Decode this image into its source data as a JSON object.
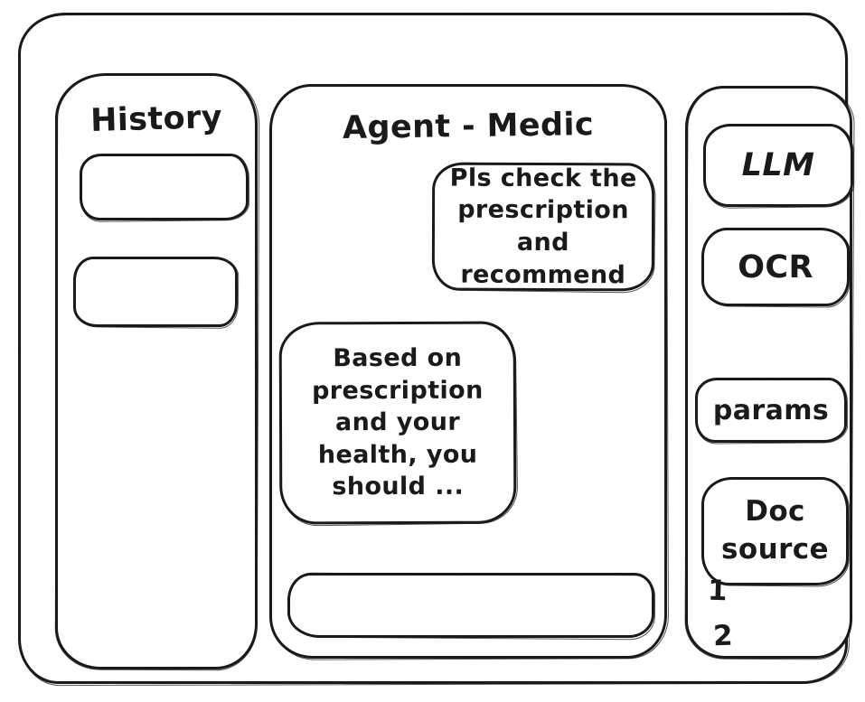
{
  "canvas": {
    "background": "#ffffff",
    "ink": "#1a1a1a"
  },
  "history": {
    "title": "History",
    "items": [
      {
        "label": ""
      },
      {
        "label": ""
      }
    ]
  },
  "chat": {
    "title": "Agent - Medic",
    "messages": [
      {
        "role": "user",
        "text": "Pls check the prescription and recommend"
      },
      {
        "role": "agent",
        "text": "Based on prescription and your health, you should ..."
      }
    ],
    "input": {
      "value": "",
      "placeholder": ""
    }
  },
  "tools": {
    "buttons": [
      {
        "id": "llm",
        "label": "LLM"
      },
      {
        "id": "ocr",
        "label": "OCR"
      },
      {
        "id": "params",
        "label": "params"
      },
      {
        "id": "doc-source",
        "label": "Doc source"
      }
    ],
    "doc_list": [
      {
        "label": "1"
      },
      {
        "label": "2"
      }
    ]
  }
}
